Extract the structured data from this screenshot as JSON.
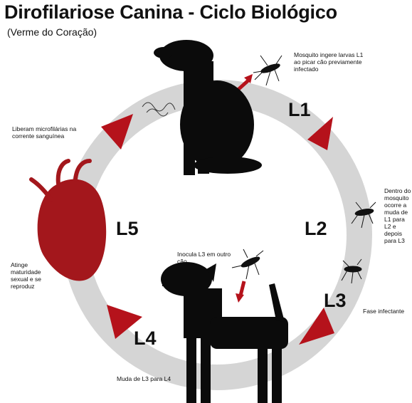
{
  "title": "Dirofilariose Canina - Ciclo Biológico",
  "subtitle": "(Verme do Coração)",
  "stages": [
    "L1",
    "L2",
    "L3",
    "L4",
    "L5"
  ],
  "notes": {
    "mosquito_ingests": "Mosquito ingere larvas L1 ao picar cão previamente infectado",
    "inside_mosquito": "Dentro do mosquito ocorre a muda de L1 para L2 e depois para L3",
    "infective_phase": "Fase infectante",
    "inoculates": "Inocula L3 em outro cão",
    "molt_l3_l4": "Muda de L3 para L4",
    "maturity": "Atinge maturidade sexual e se reproduz",
    "release": "Liberam microfilárias na corrente sanguínea"
  },
  "colors": {
    "ring": "#d5d5d5",
    "arrow": "#b5121b",
    "heart": "#a3171c",
    "silhouette": "#0b0b0b"
  }
}
